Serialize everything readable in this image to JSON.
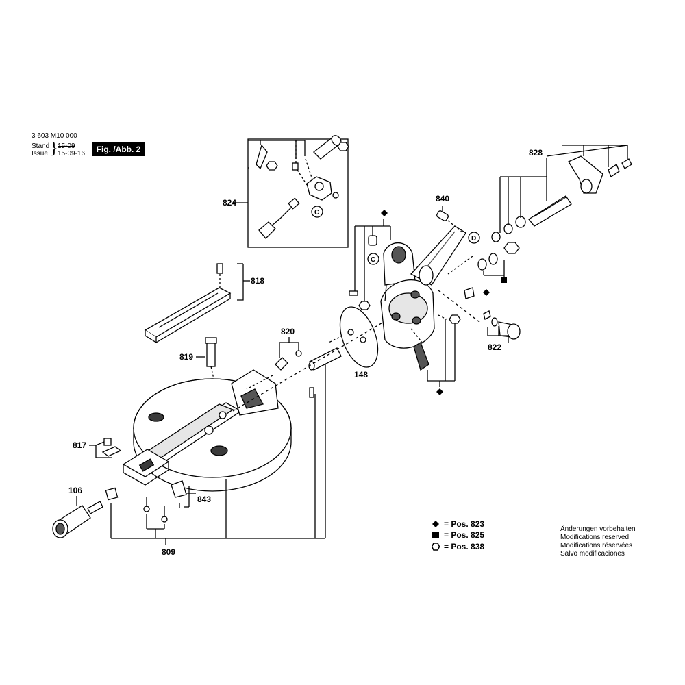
{
  "header": {
    "doc_number": "3 603 M10 000",
    "stand_label": "Stand",
    "stand_value": "15-09",
    "issue_label": "Issue",
    "issue_value": "15-09-16",
    "figure_label": "Fig. /Abb. 2"
  },
  "callouts": {
    "c106": "106",
    "c148": "148",
    "c809": "809",
    "c817": "817",
    "c818": "818",
    "c819": "819",
    "c820": "820",
    "c822": "822",
    "c824": "824",
    "c828": "828",
    "c840": "840",
    "c843": "843",
    "ref_c1": "C",
    "ref_c2": "C",
    "ref_d": "D"
  },
  "legend": [
    {
      "symbol": "diamond",
      "text": "= Pos. 823"
    },
    {
      "symbol": "square",
      "text": "= Pos. 825"
    },
    {
      "symbol": "hexagon",
      "text": "= Pos. 838"
    }
  ],
  "notes": [
    "Änderungen vorbehalten",
    "Modifications reserved",
    "Modifications réservées",
    "Salvo modificaciones"
  ],
  "colors": {
    "line": "#000000",
    "part_fill": "#ffffff",
    "part_shade": "#cfcfcf",
    "dark": "#3a3a3a"
  }
}
